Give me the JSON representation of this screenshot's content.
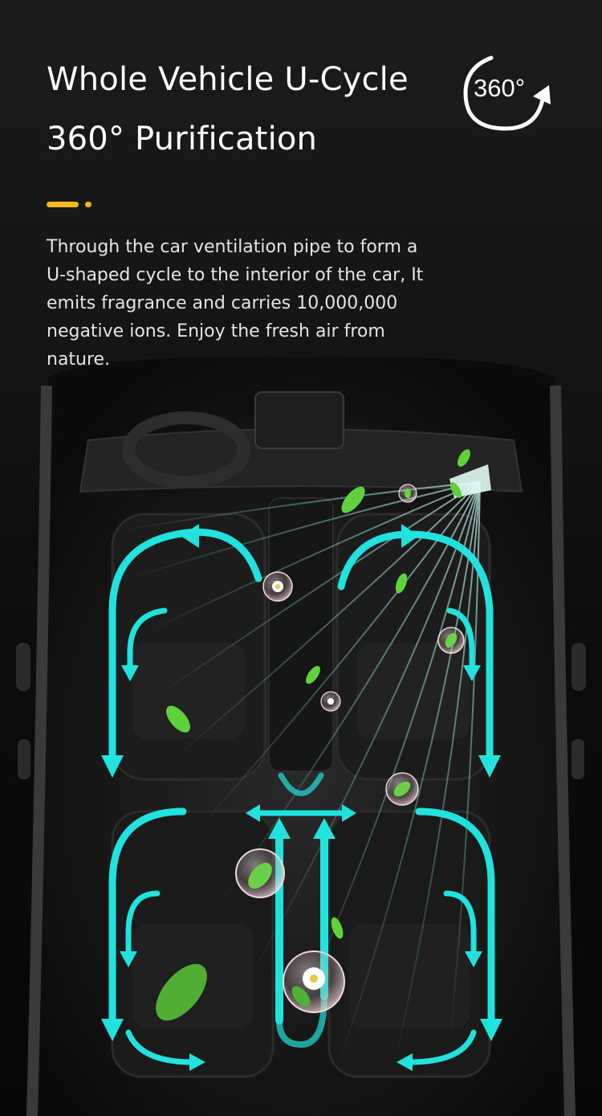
{
  "header": {
    "title_line1": "Whole Vehicle U-Cycle",
    "title_line2": "360° Purification",
    "badge_text": "360°",
    "badge_icon": "rotate-360-icon"
  },
  "description": "Through the car ventilation pipe to form a U-shaped cycle to the interior of the car, It emits fragrance and carries 10,000,000 negative ions. Enjoy the fresh air from nature.",
  "colors": {
    "accent": "#f5b81c",
    "flow": "#1fe3dc",
    "beam": "#9ff3e4",
    "leaf": "#5fd13a"
  },
  "illustration": {
    "subject": "car-interior-top-view",
    "icons": [
      "airflow-arrow-icon",
      "leaf-icon",
      "flower-bubble-icon",
      "air-vent-icon"
    ]
  }
}
